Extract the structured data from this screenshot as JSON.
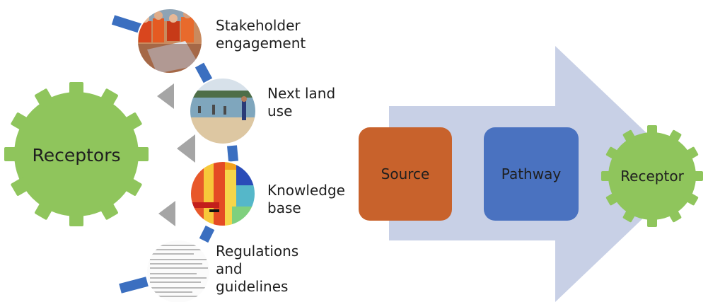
{
  "left_group": {
    "gear_label": "Receptors",
    "items": [
      {
        "lines": [
          "Stakeholder",
          "engagement"
        ],
        "photo": "people-group-photo-icon"
      },
      {
        "lines": [
          "Next land",
          "use"
        ],
        "photo": "beach-photo-icon"
      },
      {
        "lines": [
          "Knowledge",
          "base"
        ],
        "photo": "heatmap-photo-icon"
      },
      {
        "lines": [
          "Regulations",
          "and",
          "guidelines"
        ],
        "photo": "document-photo-icon"
      }
    ]
  },
  "right_group": {
    "source_label": "Source",
    "pathway_label": "Pathway",
    "receptor_label": "Receptor"
  },
  "colors": {
    "gear": "#8fc55c",
    "arrow": "#c8d0e6",
    "source": "#c8622c",
    "pathway": "#4a72c0",
    "connector": "#3b6fc0",
    "chevron": "#a5a5a5",
    "text": "#1f1f1f"
  }
}
